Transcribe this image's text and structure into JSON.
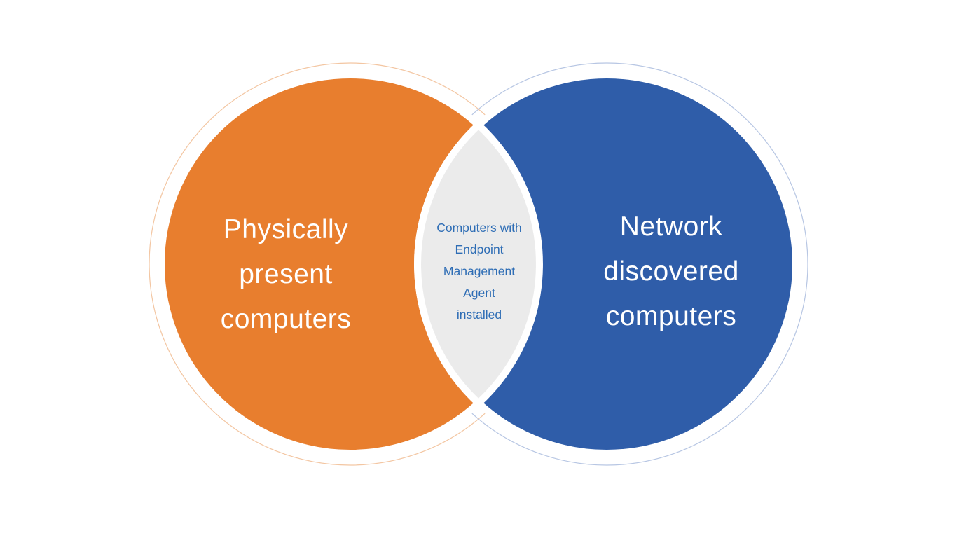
{
  "diagram": {
    "type": "venn",
    "background_color": "#ffffff",
    "left_set": {
      "label": "Physically present computers",
      "lines": [
        "Physically",
        "present",
        "computers"
      ],
      "fill": "#e87e2e",
      "outline": "#f3c6a2",
      "text_color": "#ffffff"
    },
    "right_set": {
      "label": "Network discovered computers",
      "lines": [
        "Network",
        "discovered",
        "computers"
      ],
      "fill": "#2f5da9",
      "outline": "#b7c6e3",
      "text_color": "#ffffff"
    },
    "intersection": {
      "label": "Computers with Endpoint Management Agent installed",
      "lines": [
        "Computers with",
        "Endpoint",
        "Management",
        "Agent",
        "installed"
      ],
      "fill": "#ebebeb",
      "stroke": "#ffffff",
      "text_color": "#2e6db5"
    }
  }
}
